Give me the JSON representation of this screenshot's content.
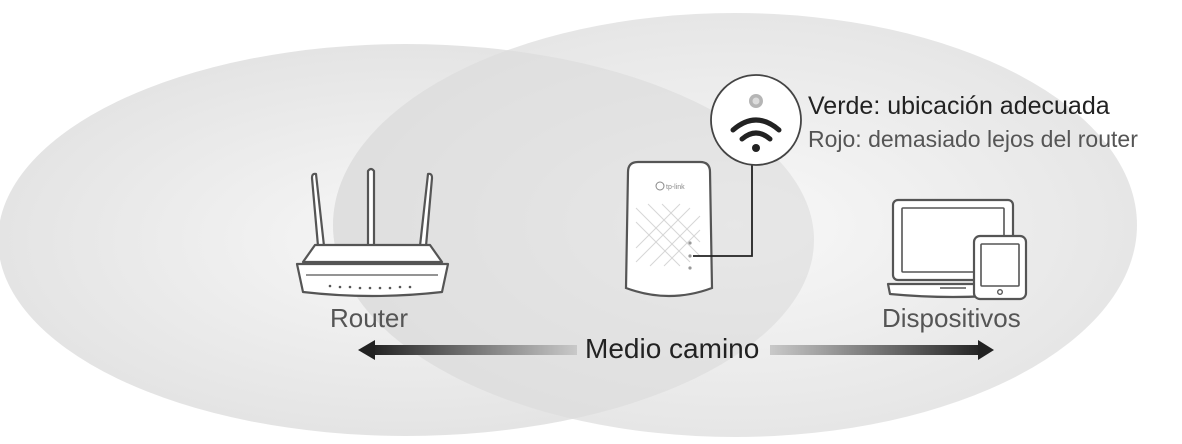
{
  "labels": {
    "router": "Router",
    "devices": "Dispositivos",
    "midpoint": "Medio camino",
    "status_green": "Verde: ubicación adecuada",
    "status_red": "Rojo: demasiado lejos del router",
    "extender_brand": "tp-link"
  },
  "icons": {
    "router": "wifi-router-icon",
    "extender": "range-extender-icon",
    "laptop": "laptop-icon",
    "tablet": "tablet-icon",
    "signal": "wifi-signal-icon",
    "arrow_left": "arrow-left-icon",
    "arrow_right": "arrow-right-icon"
  },
  "colors": {
    "coverage_fill": "#ececec",
    "overlap_fill": "#dedede",
    "device_stroke": "#555555",
    "arrow_dark": "#222222"
  }
}
